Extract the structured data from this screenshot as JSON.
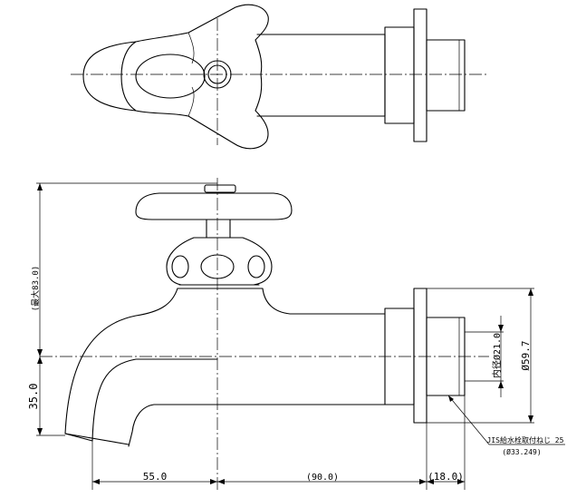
{
  "drawing": {
    "dimensions": {
      "height_max": "(最大83.0)",
      "spout_height": "35.0",
      "spout_reach": "55.0",
      "body_length": "(90.0)",
      "thread_length": "(18.0)",
      "flange_diameter": "Ø59.7",
      "inner_diameter": "内径Ø21.0"
    },
    "callout": {
      "thread_spec": "JIS給水栓取付ねじ 25",
      "thread_diameter": "(Ø33.249)"
    }
  }
}
